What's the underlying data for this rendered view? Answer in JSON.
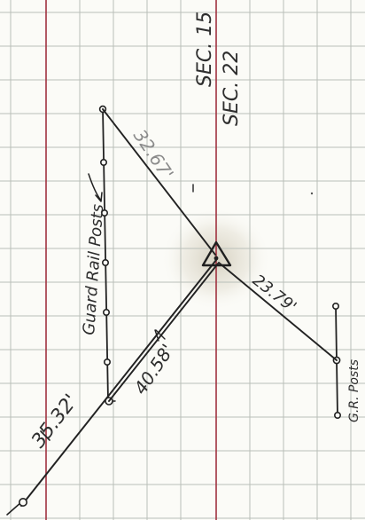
{
  "labels": {
    "section_top": "SEC. 15",
    "section_bottom": "SEC. 22",
    "guard_rail_posts": "Guard Rail Posts",
    "gr_posts": "G.R. Posts"
  },
  "distances": {
    "upper": "32.67'",
    "right": "23.79'",
    "lower_left": "35.32'",
    "middle": "40.58'"
  },
  "colors": {
    "paper": "#fbfbf7",
    "grid": "#b9bfb9",
    "red_rule": "#a0313f",
    "ink": "#222222",
    "smudge": "#c9c2ae"
  },
  "icons": {
    "monument": "triangle-marker-icon",
    "arrow": "arrow-icon"
  }
}
